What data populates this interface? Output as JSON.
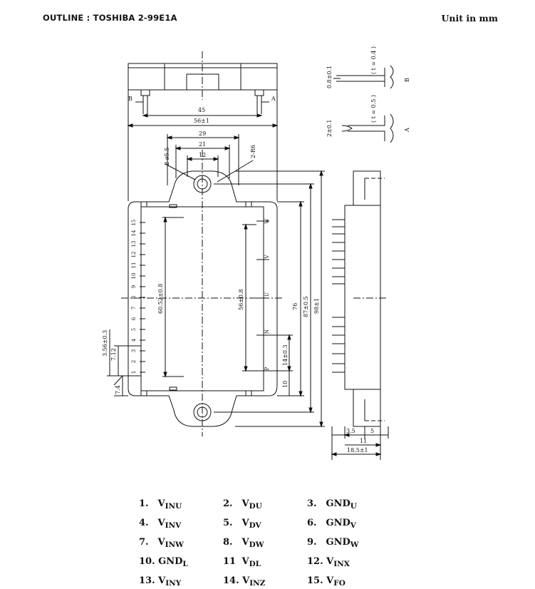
{
  "header": {
    "outline_label": "OUTLINE : TOSHIBA   2-99E1A",
    "unit_label": "Unit in mm"
  },
  "drawing": {
    "dims": {
      "d45": "45",
      "d56": "56±1",
      "d29": "29",
      "d21": "21",
      "d12": "12",
      "hole": "2-ø5.5",
      "radius": "2-R6",
      "d76": "76",
      "d87": "87±0.5",
      "d98": "98±1",
      "d6052": "60.52±0.8",
      "d56b": "56±0.8",
      "d14": "14±0.3",
      "d10": "10",
      "d356": "3.56±0.3",
      "d712": "7.12",
      "d74": "7.4",
      "d35": "3.5",
      "d5": "5",
      "d11": "11",
      "d185": "18.5±1",
      "d08": "0.8±0.1",
      "d2": "2±0.1",
      "t04": "( t = 0.4 )",
      "t05": "( t = 0.5 )",
      "viewA": "A",
      "viewB": "B"
    },
    "pin_numbers": [
      "1",
      "2",
      "3",
      "4",
      "5",
      "6",
      "7",
      "8",
      "9",
      "10",
      "11",
      "12",
      "13",
      "14",
      "15"
    ],
    "side_labels": [
      "W",
      "V",
      "U",
      "N",
      "P"
    ]
  },
  "pins": [
    [
      {
        "num": "1.",
        "main": "V",
        "sub": "INU"
      },
      {
        "num": "2.",
        "main": "V",
        "sub": "DU"
      },
      {
        "num": "3.",
        "main": "GND",
        "sub": "U"
      }
    ],
    [
      {
        "num": "4.",
        "main": "V",
        "sub": "INV"
      },
      {
        "num": "5.",
        "main": "V",
        "sub": "DV"
      },
      {
        "num": "6.",
        "main": "GND",
        "sub": "V"
      }
    ],
    [
      {
        "num": "7.",
        "main": "V",
        "sub": "INW"
      },
      {
        "num": "8.",
        "main": "V",
        "sub": "DW"
      },
      {
        "num": "9.",
        "main": "GND",
        "sub": "W"
      }
    ],
    [
      {
        "num": "10.",
        "main": "GND",
        "sub": "L"
      },
      {
        "num": "11",
        "main": "V",
        "sub": "DL"
      },
      {
        "num": "12.",
        "main": "V",
        "sub": "INX"
      }
    ],
    [
      {
        "num": "13.",
        "main": "V",
        "sub": "INY"
      },
      {
        "num": "14.",
        "main": "V",
        "sub": "INZ"
      },
      {
        "num": "15.",
        "main": "V",
        "sub": "FO"
      }
    ]
  ]
}
